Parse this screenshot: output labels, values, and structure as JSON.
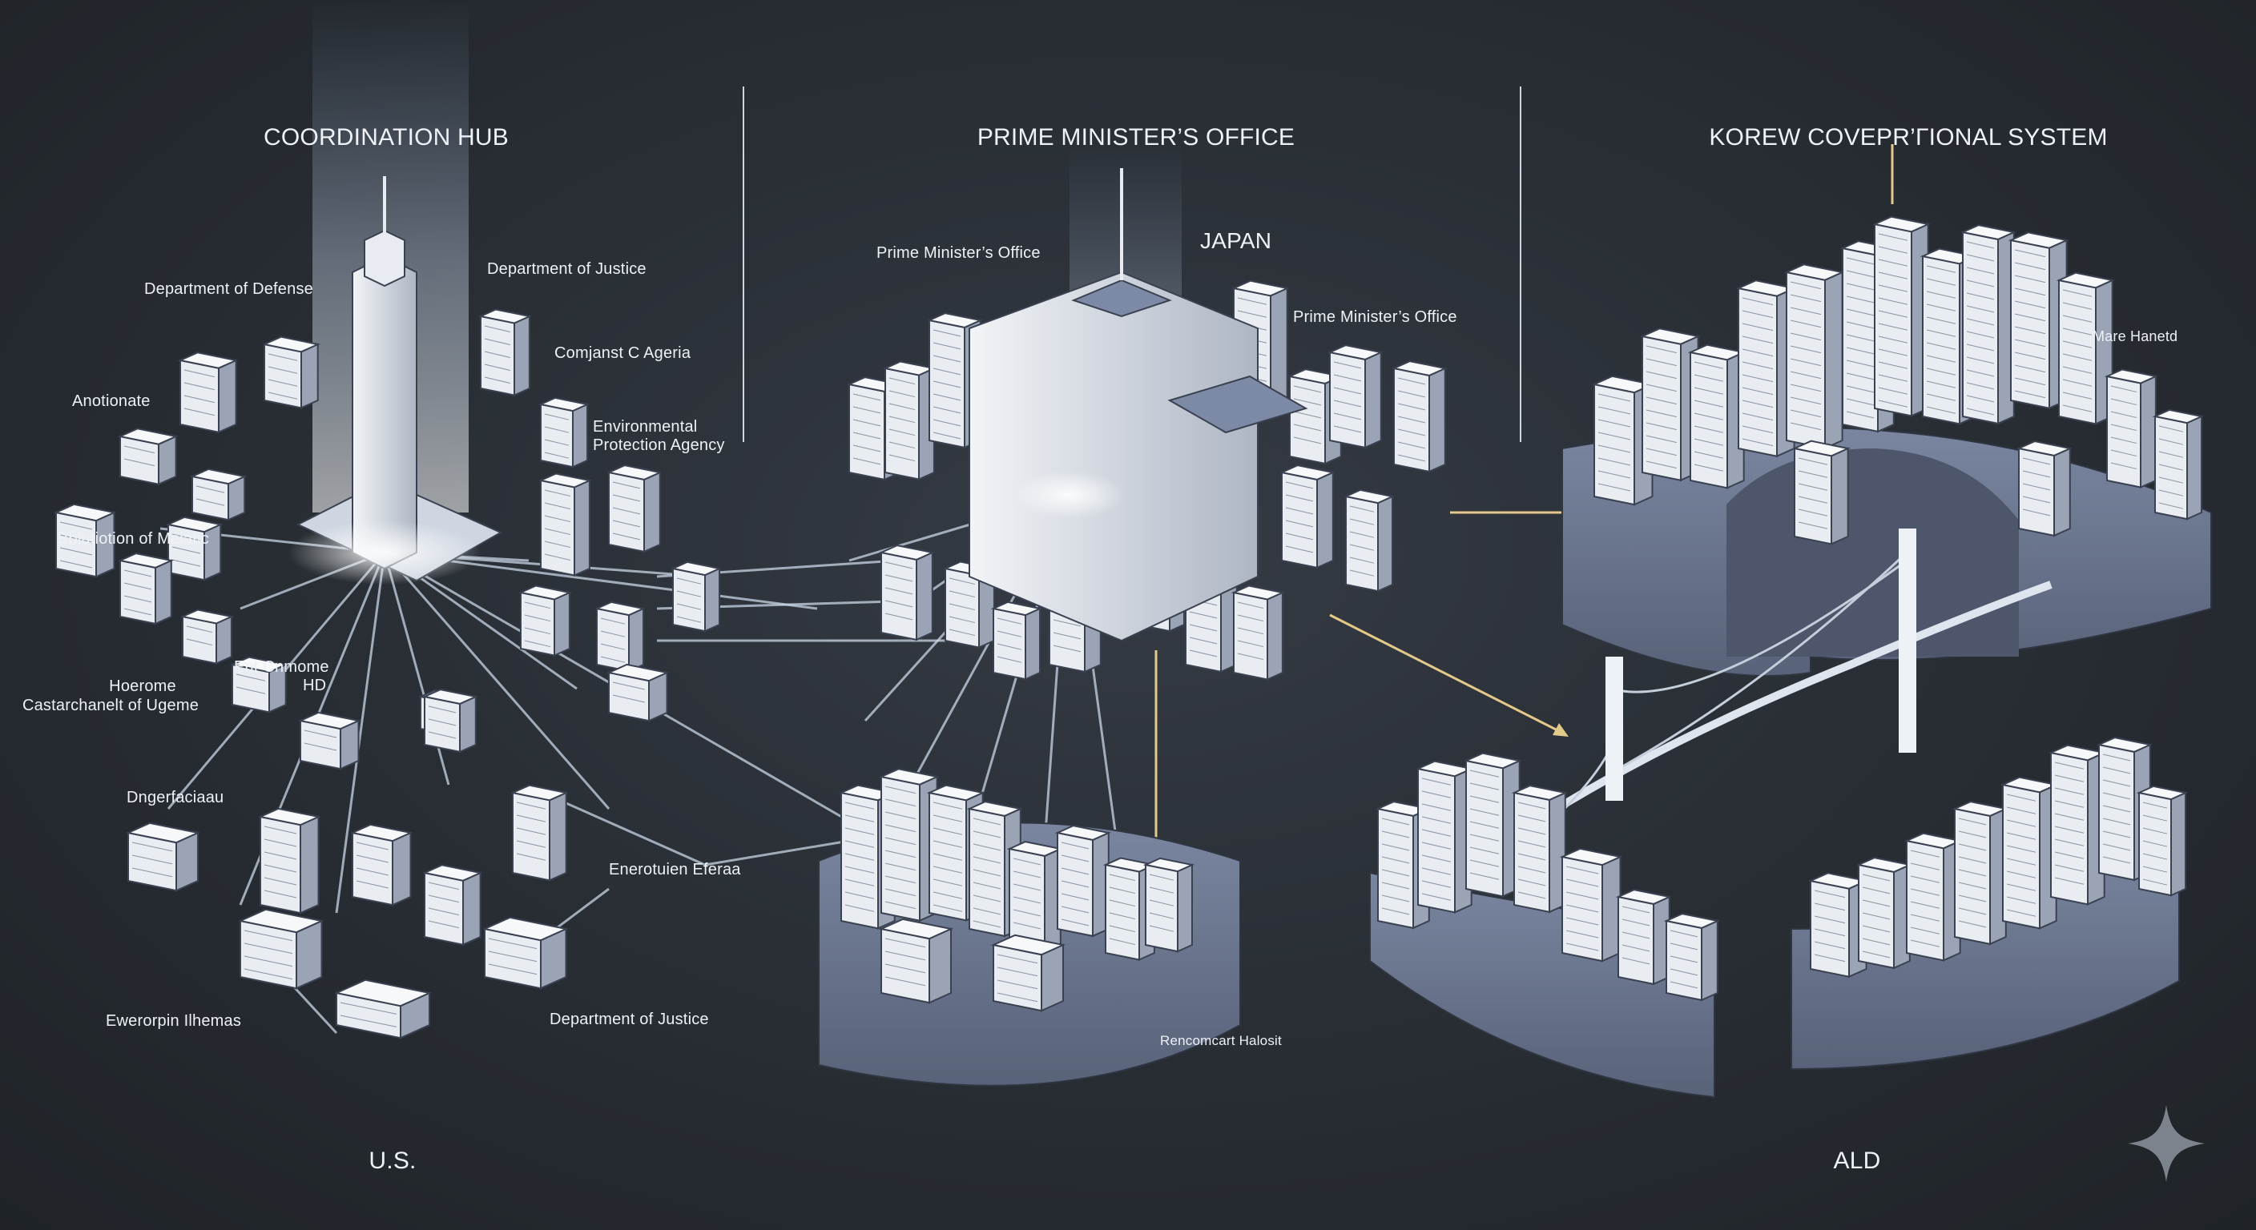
{
  "headers": {
    "hub": "COORDINATION HUB",
    "pmo": "PRIME MINISTER’S OFFICE",
    "korea": "KOREW COVEPR’ΓΙΟNAL SYSTEM"
  },
  "us_labels": {
    "defense": "Department of Defense",
    "justice_top": "Department of Justice",
    "agency": "Comjanst C Ageria",
    "epa_line1": "Environmental",
    "epa_line2": "Protection Agency",
    "left_a": "Anotionate",
    "left_b": "Bblutiotion of Meiatic",
    "left_c1": "Hoerome",
    "left_c2": "Castarchanelt of Ugeme",
    "center_small1": "Ent Cnmome",
    "center_small2": "HD",
    "left_d": "Dngerfaciaau",
    "mid": "Enerotuien Eferaa",
    "bottom_left": "Ewerorpin Ilhemas",
    "justice_bottom": "Department of Justice"
  },
  "japan_labels": {
    "pmo_left": "Prime Minister’s Office",
    "japan": "JAPAN",
    "pmo_right": "Prime Minister’s Office",
    "district": "Rencomcart Halosit"
  },
  "korea_labels": {
    "right": "Mare Hanetd"
  },
  "footer": {
    "left": "U.S.",
    "right": "ALD"
  },
  "icons": {
    "corner": "sparkle-icon"
  },
  "colors": {
    "background": "#2a2f36",
    "platform": "#6e7a93",
    "connector": "#c9d6e6",
    "highlight": "#e3c98a",
    "text": "#eef1f5"
  }
}
